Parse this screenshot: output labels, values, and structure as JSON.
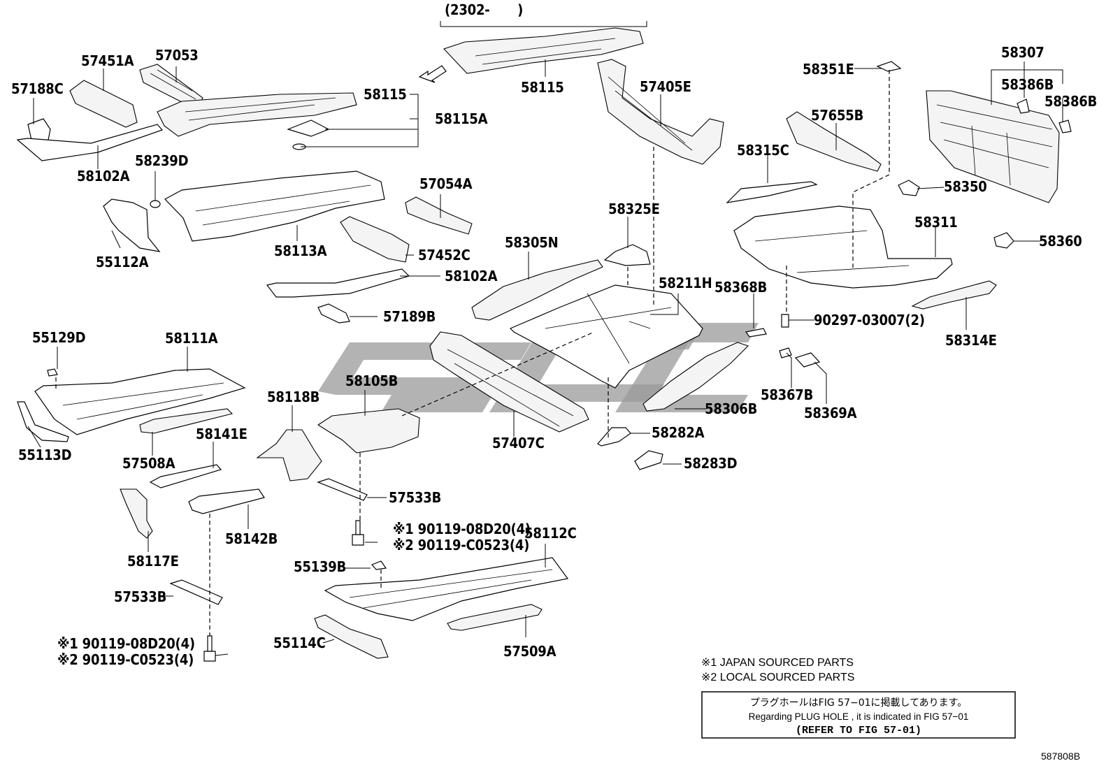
{
  "labels": [
    {
      "id": "57188C",
      "text": "57188C"
    },
    {
      "id": "57451A",
      "text": "57451A"
    },
    {
      "id": "57053",
      "text": "57053"
    },
    {
      "id": "58115a",
      "text": "58115"
    },
    {
      "id": "58115A",
      "text": "58115A"
    },
    {
      "id": "58102A_a",
      "text": "58102A"
    },
    {
      "id": "58239D",
      "text": "58239D"
    },
    {
      "id": "55112A",
      "text": "55112A"
    },
    {
      "id": "58113A",
      "text": "58113A"
    },
    {
      "id": "57054A",
      "text": "57054A"
    },
    {
      "id": "57452C",
      "text": "57452C"
    },
    {
      "id": "58102A_b",
      "text": "58102A"
    },
    {
      "id": "57189B",
      "text": "57189B"
    },
    {
      "id": "2302",
      "text": "(2302-　　)"
    },
    {
      "id": "58115b",
      "text": "58115"
    },
    {
      "id": "57405E",
      "text": "57405E"
    },
    {
      "id": "58325E",
      "text": "58325E"
    },
    {
      "id": "58305N",
      "text": "58305N"
    },
    {
      "id": "58211H",
      "text": "58211H"
    },
    {
      "id": "58351E",
      "text": "58351E"
    },
    {
      "id": "57655B",
      "text": "57655B"
    },
    {
      "id": "58315C",
      "text": "58315C"
    },
    {
      "id": "58307",
      "text": "58307"
    },
    {
      "id": "58386B_a",
      "text": "58386B"
    },
    {
      "id": "58386B_b",
      "text": "58386B"
    },
    {
      "id": "58350",
      "text": "58350"
    },
    {
      "id": "58311",
      "text": "58311"
    },
    {
      "id": "58360",
      "text": "58360"
    },
    {
      "id": "58368B",
      "text": "58368B"
    },
    {
      "id": "90297",
      "text": "90297-03007(2)"
    },
    {
      "id": "58314E",
      "text": "58314E"
    },
    {
      "id": "55129D",
      "text": "55129D"
    },
    {
      "id": "58111A",
      "text": "58111A"
    },
    {
      "id": "55113D",
      "text": "55113D"
    },
    {
      "id": "58141E",
      "text": "58141E"
    },
    {
      "id": "57508A",
      "text": "57508A"
    },
    {
      "id": "58118B",
      "text": "58118B"
    },
    {
      "id": "58105B",
      "text": "58105B"
    },
    {
      "id": "57407C",
      "text": "57407C"
    },
    {
      "id": "58306B",
      "text": "58306B"
    },
    {
      "id": "58367B",
      "text": "58367B"
    },
    {
      "id": "58369A",
      "text": "58369A"
    },
    {
      "id": "58282A",
      "text": "58282A"
    },
    {
      "id": "58283D",
      "text": "58283D"
    },
    {
      "id": "57533B_a",
      "text": "57533B"
    },
    {
      "id": "58117E",
      "text": "58117E"
    },
    {
      "id": "58142B",
      "text": "58142B"
    },
    {
      "id": "bolt_a1",
      "text": "※1 90119-08D20(4)"
    },
    {
      "id": "bolt_a2",
      "text": "※2 90119-C0523(4)"
    },
    {
      "id": "58112C",
      "text": "58112C"
    },
    {
      "id": "55139B",
      "text": "55139B"
    },
    {
      "id": "57533B_b",
      "text": "57533B"
    },
    {
      "id": "bolt_b1",
      "text": "※1 90119-08D20(4)"
    },
    {
      "id": "bolt_b2",
      "text": "※2 90119-C0523(4)"
    },
    {
      "id": "55114C",
      "text": "55114C"
    },
    {
      "id": "57509A",
      "text": "57509A"
    }
  ],
  "legend": {
    "note1": "※1 JAPAN SOURCED PARTS",
    "note2": "※2 LOCAL SOURCED PARTS"
  },
  "reference_box": {
    "line_jp": "プラグホールはFIG 57−01に掲載してあります。",
    "line_en": "Regarding  PLUG  HOLE , it is indicated in FIG  57−01",
    "line_ref": "(REFER  TO  FIG 57-01)"
  },
  "figure_code": "587808B",
  "colors": {
    "ink": "#000000",
    "watermark": "#9a9a9a",
    "background": "#ffffff"
  }
}
